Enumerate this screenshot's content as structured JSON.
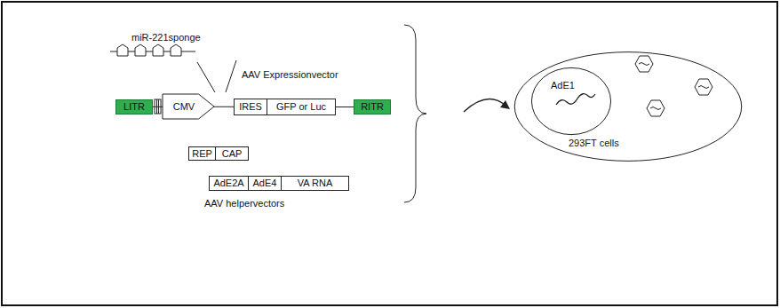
{
  "diagram": {
    "nodes": [
      {
        "text": [
          "LITR"
        ]
      },
      {
        "text": [
          "CMV"
        ]
      },
      {
        "text": [
          "IRES"
        ]
      },
      {
        "text": [
          "GFP or Luc"
        ]
      },
      {
        "text": [
          "RITR"
        ]
      },
      {
        "text": [
          "REP"
        ]
      },
      {
        "text": [
          "CAP"
        ]
      },
      {
        "text": [
          "AdE2A"
        ]
      },
      {
        "text": [
          "AdE4"
        ]
      },
      {
        "text": [
          "VA RNA"
        ]
      },
      {
        "text": [
          "293FT cells"
        ]
      },
      {
        "text": [
          "AdE1"
        ],
        "in": 10
      }
    ],
    "edges": [
      {
        "from": 0,
        "to": 1,
        "arrow": "none"
      },
      {
        "from": 1,
        "to": 2,
        "arrow": "none"
      },
      {
        "from": 3,
        "to": 4,
        "arrow": "none"
      }
    ],
    "labels": [
      "miR-221sponge",
      "AAV Expressionvector",
      "AAV helpervectors"
    ]
  }
}
